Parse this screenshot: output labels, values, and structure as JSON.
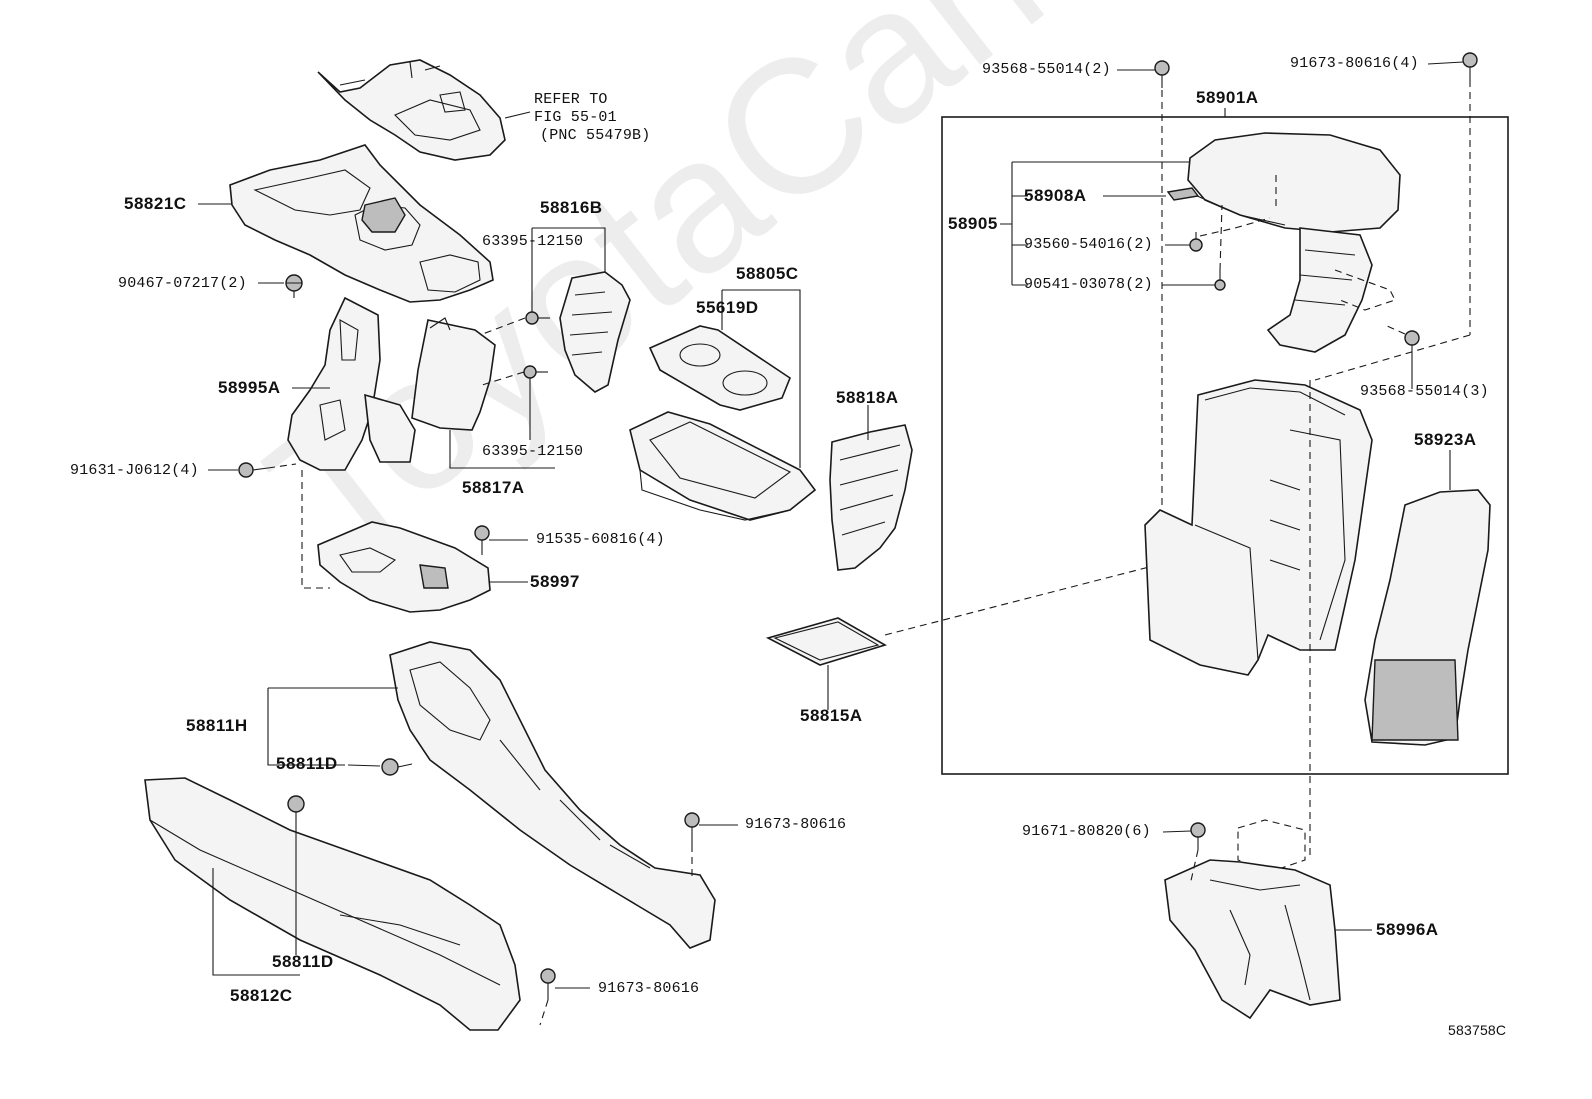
{
  "watermark": "ToyotaCarMine.ru",
  "diagram_code": "583758C",
  "refer": {
    "line1": "REFER TO",
    "line2": "FIG 55-01",
    "line3": "(PNC 55479B)"
  },
  "labels": {
    "p58821C": "58821C",
    "p90467": "90467-07217(2)",
    "p58995A": "58995A",
    "p91631": "91631-J0612(4)",
    "p58816B": "58816B",
    "p63395a": "63395-12150",
    "p63395b": "63395-12150",
    "p58817A": "58817A",
    "p91535": "91535-60816(4)",
    "p58997": "58997",
    "p58805C": "58805C",
    "p55619D": "55619D",
    "p58818A": "58818A",
    "p58815A": "58815A",
    "p58811H": "58811H",
    "p58811Da": "58811D",
    "p58811Db": "58811D",
    "p58812C": "58812C",
    "p91673a": "91673-80616",
    "p91673b": "91673-80616",
    "p93568top": "93568-55014(2)",
    "p91673top": "91673-80616(4)",
    "p58901A": "58901A",
    "p58908A": "58908A",
    "p58905": "58905",
    "p93560": "93560-54016(2)",
    "p90541": "90541-03078(2)",
    "p93568right": "93568-55014(3)",
    "p58923A": "58923A",
    "p91671": "91671-80820(6)",
    "p58996A": "58996A"
  }
}
